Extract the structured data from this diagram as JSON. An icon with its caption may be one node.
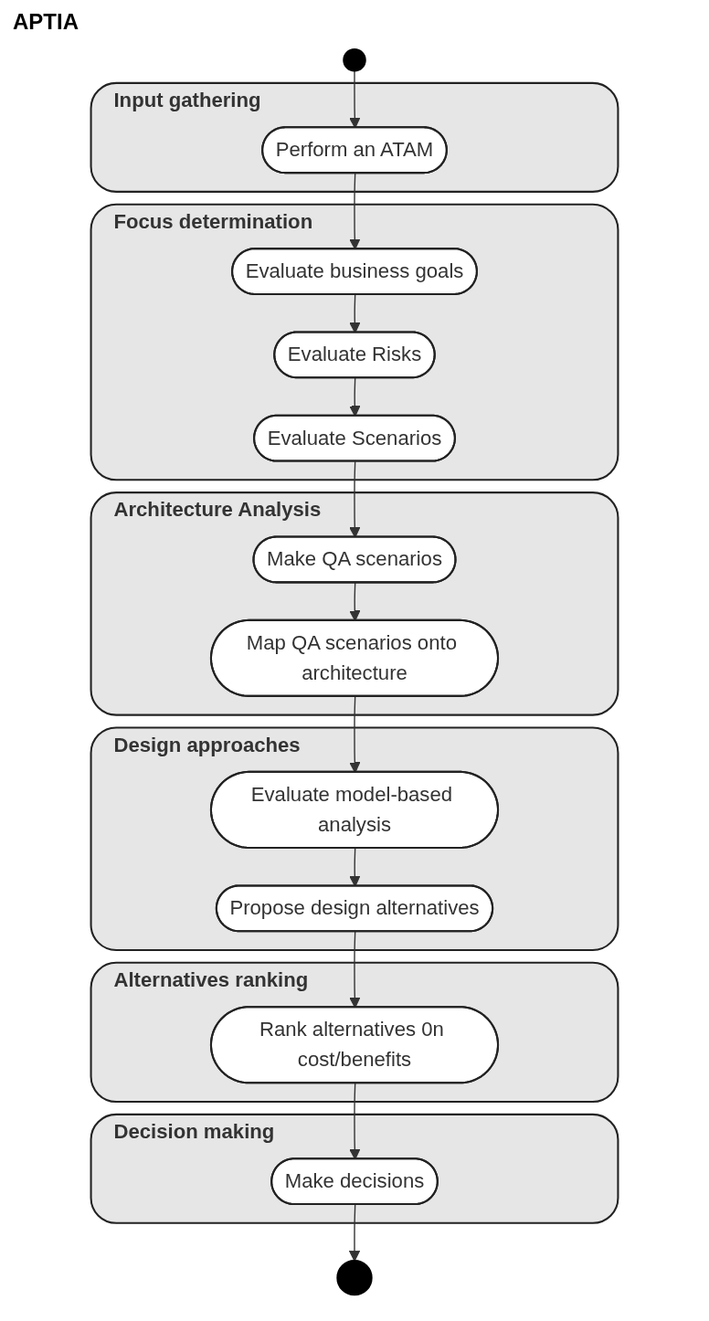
{
  "diagram": {
    "title": "APTIA",
    "nodes": [
      {
        "text": [],
        "shape": "circle"
      },
      {
        "text": [
          "Input gathering"
        ]
      },
      {
        "text": [
          "Perform an ATAM"
        ],
        "in": 1
      },
      {
        "text": [
          "Focus determination"
        ]
      },
      {
        "text": [
          "Evaluate business goals"
        ],
        "in": 3
      },
      {
        "text": [
          "Evaluate Risks"
        ],
        "in": 3
      },
      {
        "text": [
          "Evaluate Scenarios"
        ],
        "in": 3
      },
      {
        "text": [
          "Architecture Analysis"
        ]
      },
      {
        "text": [
          "Make QA scenarios"
        ],
        "in": 7
      },
      {
        "text": [
          "Map QA scenarios onto architecture"
        ],
        "in": 7
      },
      {
        "text": [
          "Design approaches"
        ]
      },
      {
        "text": [
          "Evaluate model-based analysis"
        ],
        "in": 10
      },
      {
        "text": [
          "Propose design alternatives"
        ],
        "in": 10
      },
      {
        "text": [
          "Alternatives ranking"
        ]
      },
      {
        "text": [
          "Rank alternatives 0n cost/benefits"
        ],
        "in": 13
      },
      {
        "text": [
          "Decision making"
        ]
      },
      {
        "text": [
          "Make decisions"
        ],
        "in": 15
      },
      {
        "text": [],
        "shape": "circle"
      }
    ],
    "edges": [
      {
        "from": 0,
        "to": 2,
        "arrow": "to"
      },
      {
        "from": 2,
        "to": 4,
        "arrow": "to"
      },
      {
        "from": 4,
        "to": 5,
        "arrow": "to"
      },
      {
        "from": 5,
        "to": 6,
        "arrow": "to"
      },
      {
        "from": 6,
        "to": 8,
        "arrow": "to"
      },
      {
        "from": 8,
        "to": 9,
        "arrow": "to"
      },
      {
        "from": 9,
        "to": 11,
        "arrow": "to"
      },
      {
        "from": 11,
        "to": 12,
        "arrow": "to"
      },
      {
        "from": 12,
        "to": 14,
        "arrow": "to"
      },
      {
        "from": 14,
        "to": 16,
        "arrow": "to"
      },
      {
        "from": 16,
        "to": 17,
        "arrow": "to"
      }
    ]
  }
}
